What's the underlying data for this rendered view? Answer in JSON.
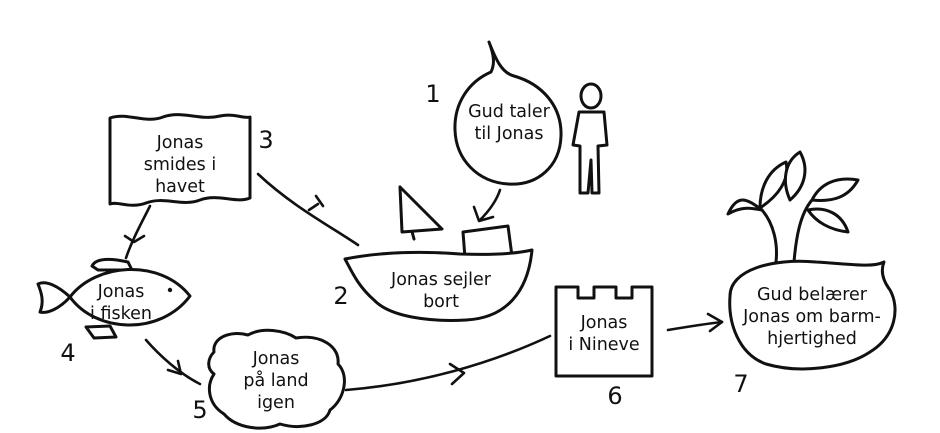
{
  "steps": [
    {
      "number": "1",
      "lines": [
        "Gud taler",
        "til Jonas"
      ]
    },
    {
      "number": "2",
      "lines": [
        "Jonas sejler",
        "bort"
      ]
    },
    {
      "number": "3",
      "lines": [
        "Jonas",
        "smides i",
        "havet"
      ]
    },
    {
      "number": "4",
      "lines": [
        "Jonas",
        "i fisken"
      ]
    },
    {
      "number": "5",
      "lines": [
        "Jonas",
        "på land",
        "igen"
      ]
    },
    {
      "number": "6",
      "lines": [
        "Jonas",
        "i Nineve"
      ]
    },
    {
      "number": "7",
      "lines": [
        "Gud belærer",
        "Jonas om barm-",
        "hjertighed"
      ]
    }
  ]
}
